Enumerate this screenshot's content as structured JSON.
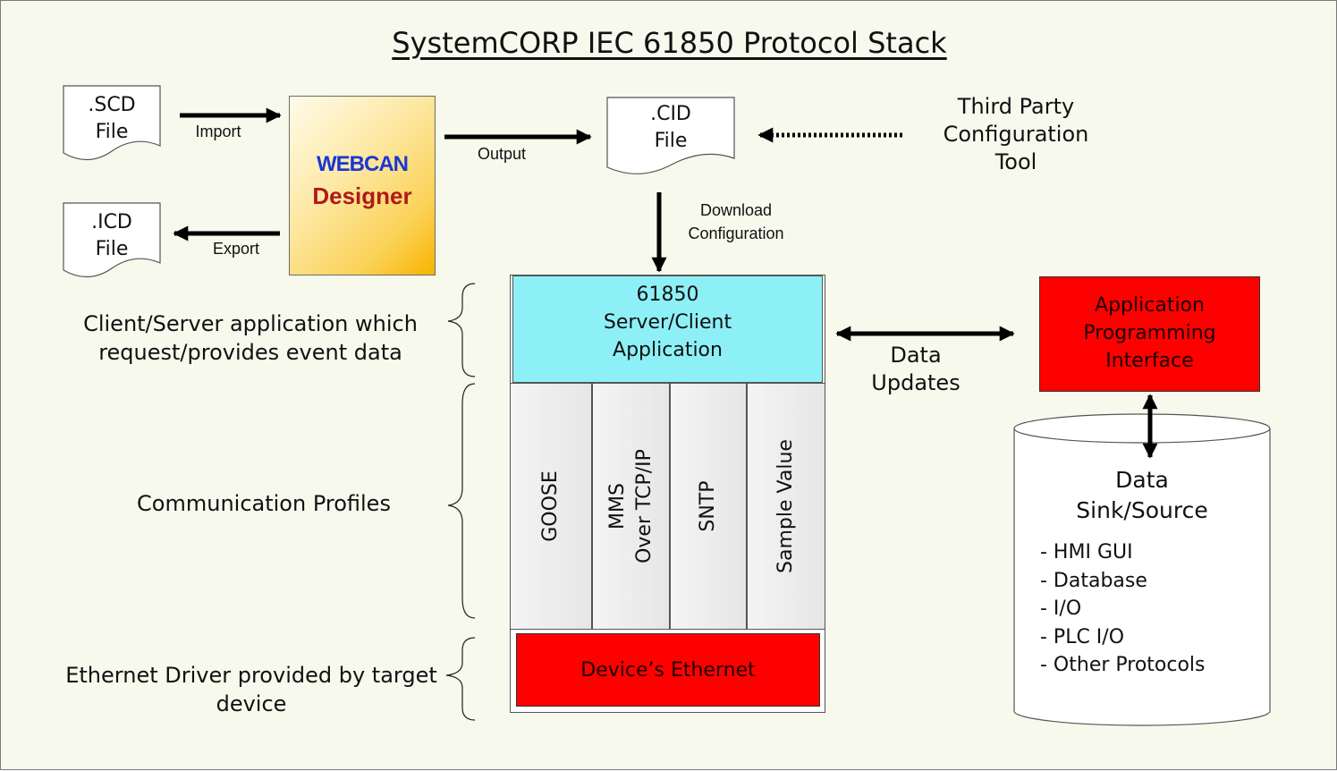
{
  "title": "SystemCORP IEC 61850 Protocol Stack",
  "files": {
    "scd": {
      "ext": ".SCD",
      "word": "File"
    },
    "icd": {
      "ext": ".ICD",
      "word": "File"
    },
    "cid": {
      "ext": ".CID",
      "word": "File"
    }
  },
  "webcan": {
    "line1": "WEBCAN",
    "line2": "Designer"
  },
  "arrow_labels": {
    "import": "Import",
    "export": "Export",
    "output": "Output",
    "download_1": "Download",
    "download_2": "Configuration",
    "data_updates_1": "Data",
    "data_updates_2": "Updates"
  },
  "third_party": [
    "Third Party",
    "Configuration",
    "Tool"
  ],
  "server_client": [
    "61850",
    "Server/Client",
    "Application"
  ],
  "profiles": [
    {
      "line1": "GOOSE",
      "line2": ""
    },
    {
      "line1": "MMS",
      "line2": "Over TCP/IP"
    },
    {
      "line1": "SNTP",
      "line2": ""
    },
    {
      "line1": "Sample Value",
      "line2": ""
    }
  ],
  "device_ethernet": "Device’s Ethernet",
  "api": [
    "Application",
    "Programming",
    "Interface"
  ],
  "data_sink": {
    "heading_1": "Data",
    "heading_2": "Sink/Source",
    "items": [
      "- HMI GUI",
      "- Database",
      "- I/O",
      "- PLC I/O",
      "- Other Protocols"
    ]
  },
  "brace_labels": {
    "client_server": [
      "Client/Server application which",
      "request/provides event data"
    ],
    "profiles": "Communication Profiles",
    "ethernet": [
      "Ethernet Driver provided by target",
      "device"
    ]
  },
  "colors": {
    "background": "#f6f9ec",
    "cyan_box": "#8ef0f7",
    "red_box": "#ff0000",
    "webcan_blue": "#1a36d6",
    "webcan_red": "#b01919"
  }
}
